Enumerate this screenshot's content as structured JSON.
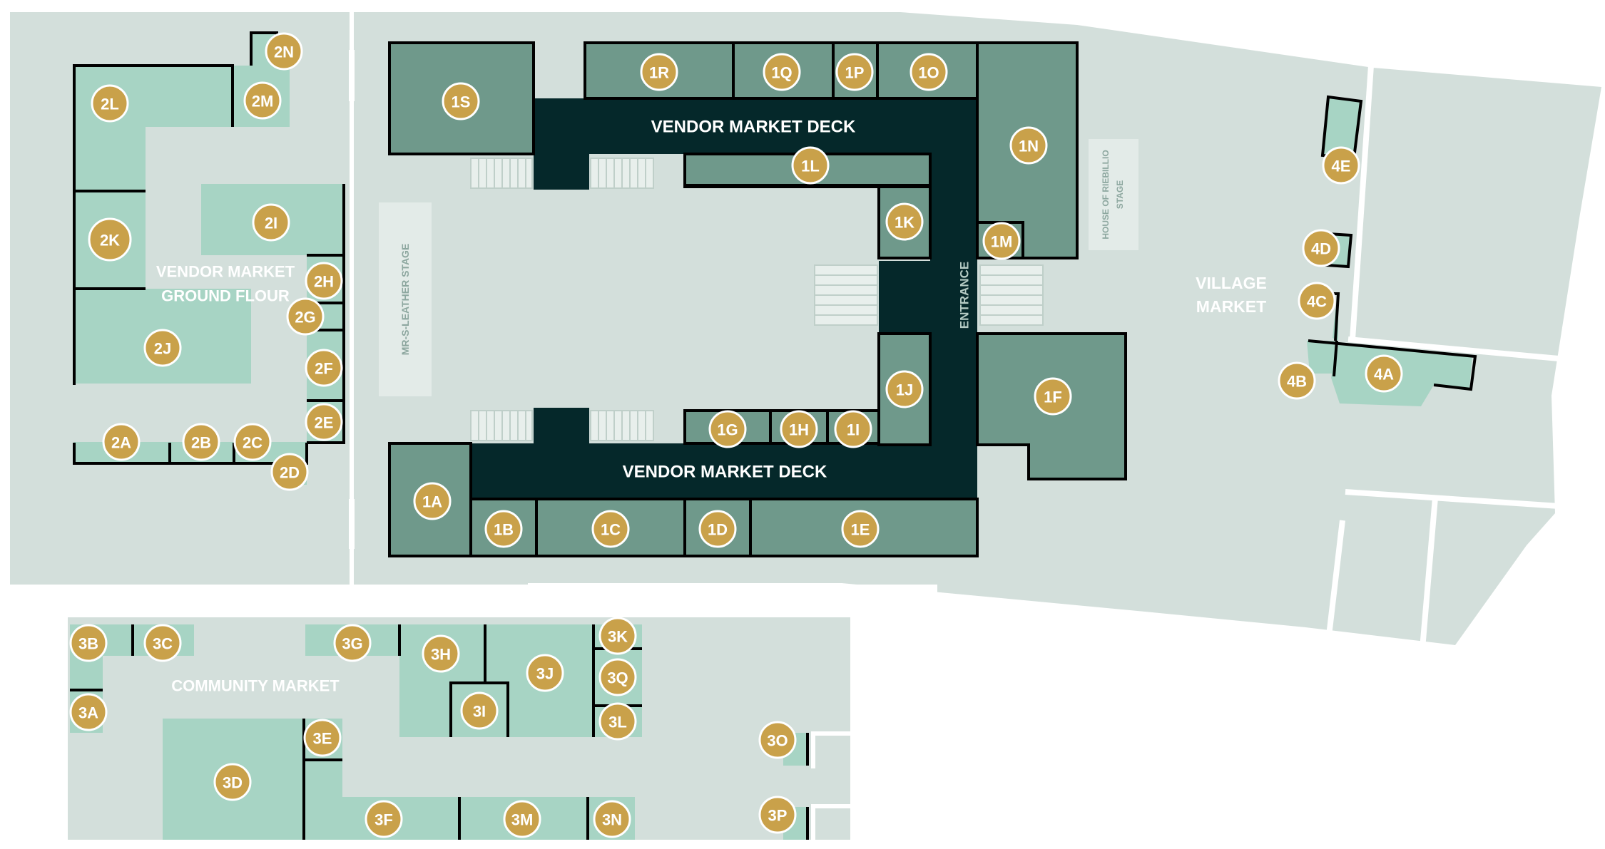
{
  "colors": {
    "ground": "#d3dfdb",
    "booth_light": "#a7d4c4",
    "booth_dark": "#6f998b",
    "deck": "#05282a",
    "badge": "#c9a14a",
    "label": "#ffffff",
    "stage": "#e3ebe8",
    "wall": "#000000"
  },
  "zones": {
    "vendor_ground": "VENDOR MARKET",
    "vendor_ground_2": "GROUND FLOUR",
    "deck_top": "VENDOR MARKET DECK",
    "deck_bottom": "VENDOR MARKET DECK",
    "village": "VILLAGE",
    "village_2": "MARKET",
    "community": "COMMUNITY MARKET",
    "entrance": "ENTRANCE",
    "stage_left": "MR-S-LEATHER STAGE",
    "stage_right_1": "HOUSE OF RIEBILLIO",
    "stage_right_2": "STAGE"
  },
  "booths": [
    {
      "id": "1A",
      "label": "1A"
    },
    {
      "id": "1B",
      "label": "1B"
    },
    {
      "id": "1C",
      "label": "1C"
    },
    {
      "id": "1D",
      "label": "1D"
    },
    {
      "id": "1E",
      "label": "1E"
    },
    {
      "id": "1F",
      "label": "1F"
    },
    {
      "id": "1G",
      "label": "1G"
    },
    {
      "id": "1H",
      "label": "1H"
    },
    {
      "id": "1I",
      "label": "1I"
    },
    {
      "id": "1J",
      "label": "1J"
    },
    {
      "id": "1K",
      "label": "1K"
    },
    {
      "id": "1L",
      "label": "1L"
    },
    {
      "id": "1M",
      "label": "1M"
    },
    {
      "id": "1N",
      "label": "1N"
    },
    {
      "id": "1O",
      "label": "1O"
    },
    {
      "id": "1P",
      "label": "1P"
    },
    {
      "id": "1Q",
      "label": "1Q"
    },
    {
      "id": "1R",
      "label": "1R"
    },
    {
      "id": "1S",
      "label": "1S"
    },
    {
      "id": "2A",
      "label": "2A"
    },
    {
      "id": "2B",
      "label": "2B"
    },
    {
      "id": "2C",
      "label": "2C"
    },
    {
      "id": "2D",
      "label": "2D"
    },
    {
      "id": "2E",
      "label": "2E"
    },
    {
      "id": "2F",
      "label": "2F"
    },
    {
      "id": "2G",
      "label": "2G"
    },
    {
      "id": "2H",
      "label": "2H"
    },
    {
      "id": "2I",
      "label": "2I"
    },
    {
      "id": "2J",
      "label": "2J"
    },
    {
      "id": "2K",
      "label": "2K"
    },
    {
      "id": "2L",
      "label": "2L"
    },
    {
      "id": "2M",
      "label": "2M"
    },
    {
      "id": "2N",
      "label": "2N"
    },
    {
      "id": "3A",
      "label": "3A"
    },
    {
      "id": "3B",
      "label": "3B"
    },
    {
      "id": "3C",
      "label": "3C"
    },
    {
      "id": "3D",
      "label": "3D"
    },
    {
      "id": "3E",
      "label": "3E"
    },
    {
      "id": "3F",
      "label": "3F"
    },
    {
      "id": "3G",
      "label": "3G"
    },
    {
      "id": "3H",
      "label": "3H"
    },
    {
      "id": "3I",
      "label": "3I"
    },
    {
      "id": "3J",
      "label": "3J"
    },
    {
      "id": "3K",
      "label": "3K"
    },
    {
      "id": "3L",
      "label": "3L"
    },
    {
      "id": "3M",
      "label": "3M"
    },
    {
      "id": "3N",
      "label": "3N"
    },
    {
      "id": "3O",
      "label": "3O"
    },
    {
      "id": "3P",
      "label": "3P"
    },
    {
      "id": "3Q",
      "label": "3Q"
    },
    {
      "id": "4A",
      "label": "4A"
    },
    {
      "id": "4B",
      "label": "4B"
    },
    {
      "id": "4C",
      "label": "4C"
    },
    {
      "id": "4D",
      "label": "4D"
    },
    {
      "id": "4E",
      "label": "4E"
    }
  ]
}
